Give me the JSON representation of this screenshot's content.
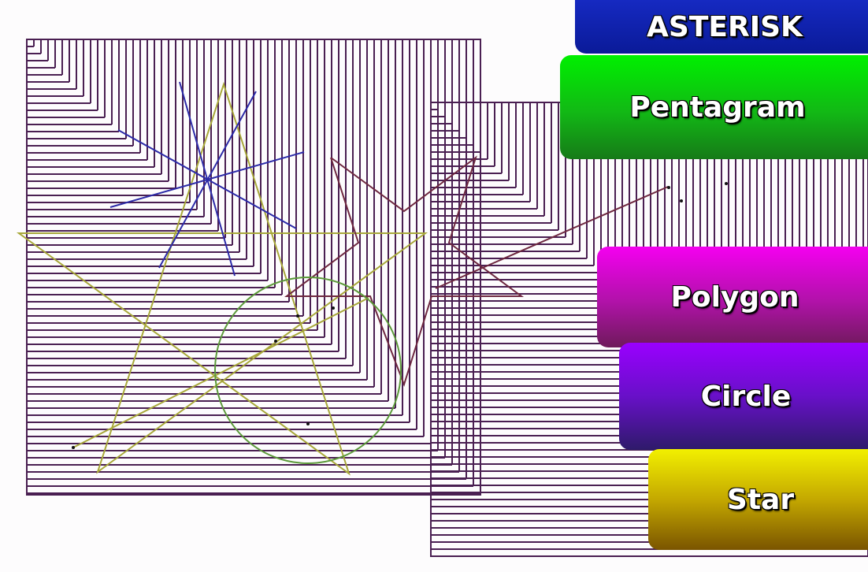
{
  "app": {
    "buttons": {
      "asterisk": "ASTERISK",
      "pentagram": "Pentagram",
      "polygon": "Polygon",
      "circle": "Circle",
      "star": "Star"
    }
  },
  "colors": {
    "background": "#fdfcfd",
    "hatch": "#4a1f52",
    "asterisk_shape": "#2c2aa8",
    "pentagram_shape": "#a8a83a",
    "polygon_shape": "#6e2840",
    "circle_shape": "#5c9a3a",
    "asterisk_button": "#0a1a98",
    "pentagram_button": "#12b815",
    "polygon_button": "#b012a8",
    "circle_button": "#6810c8",
    "star_button": "#c4a800"
  },
  "canvas": {
    "description_shapes": [
      "hatched-square-left",
      "hatched-square-right",
      "asterisk",
      "pentagram",
      "polygon",
      "circle"
    ]
  }
}
